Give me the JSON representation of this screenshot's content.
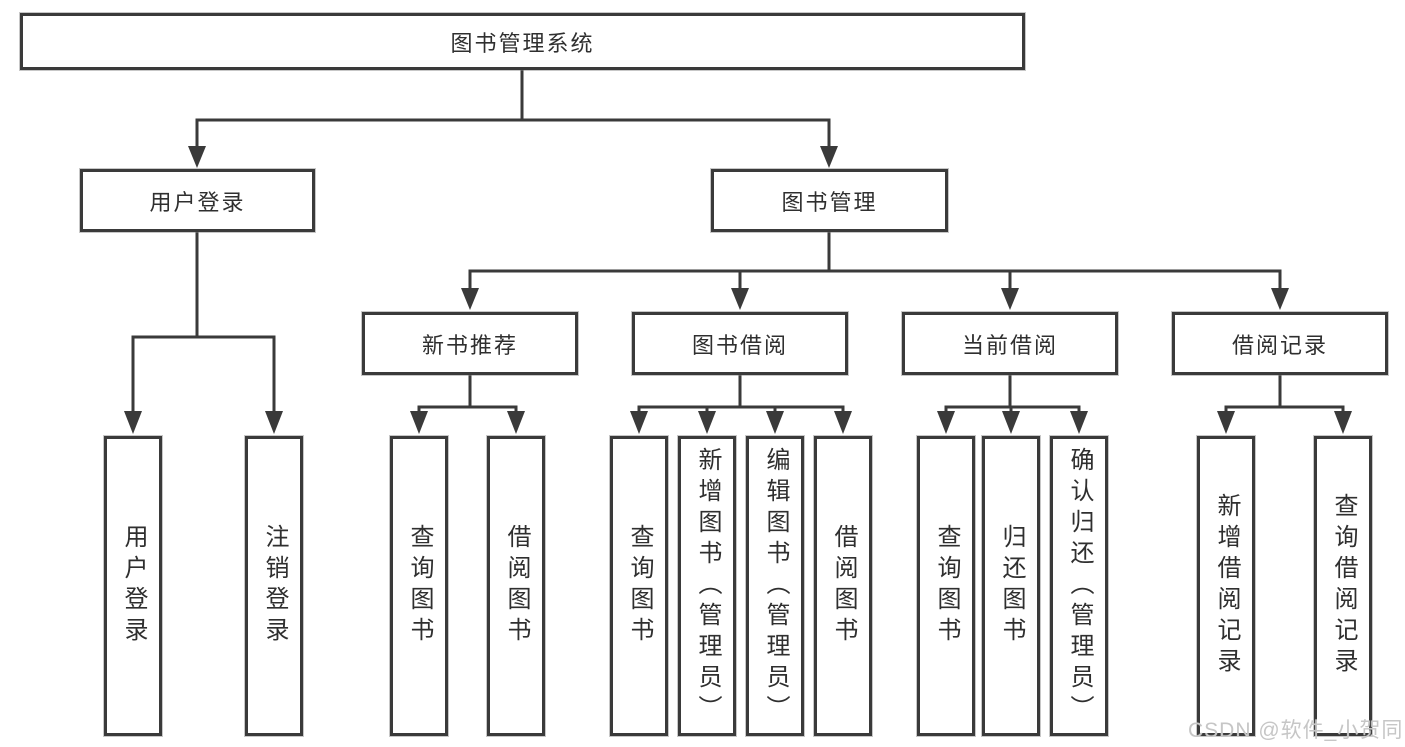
{
  "tree": {
    "label": "图书管理系统",
    "children": [
      {
        "label": "用户登录",
        "children": [
          {
            "label": "用户登录"
          },
          {
            "label": "注销登录"
          }
        ]
      },
      {
        "label": "图书管理",
        "children": [
          {
            "label": "新书推荐",
            "children": [
              {
                "label": "查询图书"
              },
              {
                "label": "借阅图书"
              }
            ]
          },
          {
            "label": "图书借阅",
            "children": [
              {
                "label": "查询图书"
              },
              {
                "label": "新增图书（管理员）"
              },
              {
                "label": "编辑图书（管理员）"
              },
              {
                "label": "借阅图书"
              }
            ]
          },
          {
            "label": "当前借阅",
            "children": [
              {
                "label": "查询图书"
              },
              {
                "label": "归还图书"
              },
              {
                "label": "确认归还（管理员）"
              }
            ]
          },
          {
            "label": "借阅记录",
            "children": [
              {
                "label": "新增借阅记录"
              },
              {
                "label": "查询借阅记录"
              }
            ]
          }
        ]
      }
    ]
  },
  "watermark": {
    "text": "CSDN @软件_小贺同学"
  },
  "colors": {
    "line": "#3a3a3a",
    "box_border": "#3a3a3a",
    "box_fill": "#ffffff",
    "text": "#2f2f2f",
    "watermark": "#c6c6c6",
    "background": "#ffffff"
  }
}
